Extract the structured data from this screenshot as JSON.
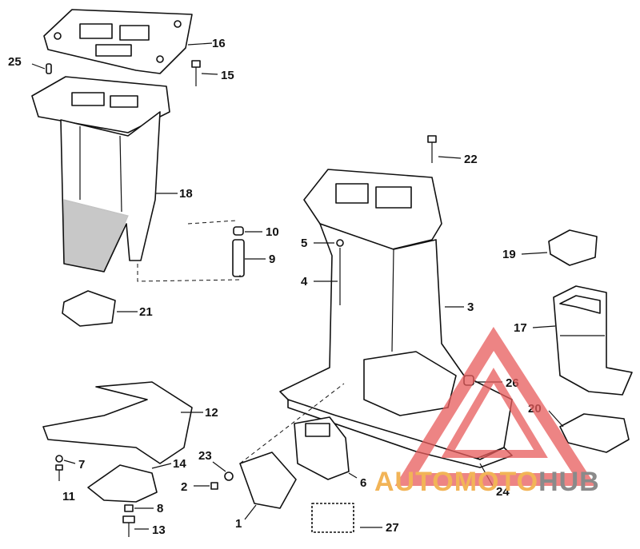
{
  "diagram": {
    "callouts": {
      "c1": "1",
      "c2": "2",
      "c3": "3",
      "c4": "4",
      "c5": "5",
      "c6": "6",
      "c7": "7",
      "c8": "8",
      "c9": "9",
      "c10": "10",
      "c11": "11",
      "c12": "12",
      "c13": "13",
      "c14": "14",
      "c15": "15",
      "c16": "16",
      "c17": "17",
      "c18": "18",
      "c19": "19",
      "c20": "20",
      "c21": "21",
      "c22": "22",
      "c23": "23",
      "c24": "24",
      "c25": "25",
      "c26": "26",
      "c27": "27"
    }
  },
  "watermark": {
    "word_a": "AUTOMOTO",
    "word_b": "HUB",
    "color_a": "#f2b457",
    "color_b": "#8a8a8a",
    "triangle_color": "#e85c5c"
  }
}
